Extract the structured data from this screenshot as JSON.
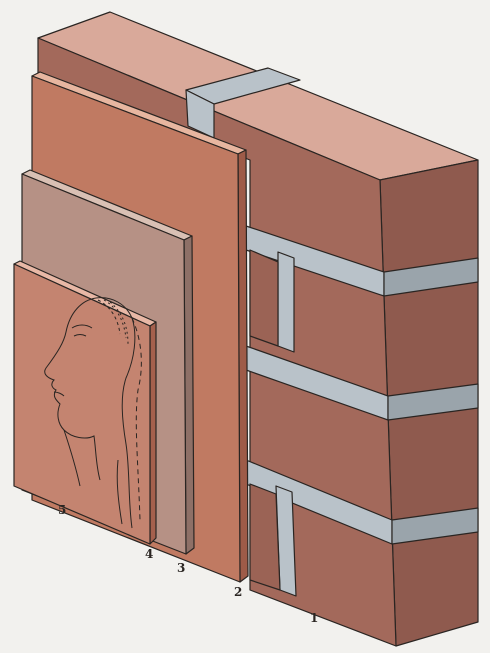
{
  "labels": {
    "wall": "1",
    "layer_2": "2",
    "layer_3": "3",
    "layer_4": "4",
    "layer_5": "5"
  },
  "colors": {
    "background": "#f2f1ee",
    "brick_top": "#d9a99a",
    "brick_front": "#a3695b",
    "brick_side": "#8f5a4e",
    "mortar": "#b9c2c9",
    "plaster": "#c07a62",
    "render": "#b69185",
    "painting": "#c48470",
    "outline": "#2a2522"
  }
}
